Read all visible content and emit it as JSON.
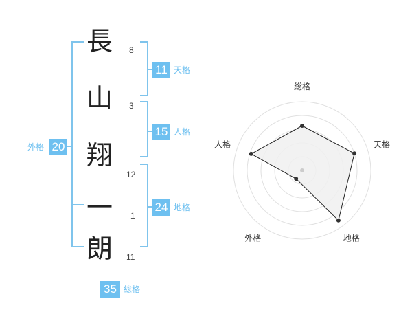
{
  "name": {
    "characters": [
      {
        "char": "長",
        "strokes": "8"
      },
      {
        "char": "山",
        "strokes": "3"
      },
      {
        "char": "翔",
        "strokes": "12"
      },
      {
        "char": "一",
        "strokes": "1"
      },
      {
        "char": "朗",
        "strokes": "11"
      }
    ]
  },
  "kakusu": {
    "tenkaku": {
      "label": "天格",
      "value": "11"
    },
    "jinkaku": {
      "label": "人格",
      "value": "15"
    },
    "chikaku": {
      "label": "地格",
      "value": "24"
    },
    "gaikaku": {
      "label": "外格",
      "value": "20"
    },
    "soukaku": {
      "label": "総格",
      "value": "35"
    }
  },
  "chart_data": {
    "type": "radar",
    "axes": [
      "総格",
      "天格",
      "地格",
      "外格",
      "人格"
    ],
    "values": [
      0.65,
      0.8,
      0.9,
      0.15,
      0.78
    ],
    "range": [
      0,
      1
    ],
    "rings": 5,
    "grid": true
  },
  "colors": {
    "accent": "#6ec0f0",
    "bracket": "#7fc4ec",
    "radar_fill": "#f0f0f0",
    "radar_line": "#222222"
  }
}
